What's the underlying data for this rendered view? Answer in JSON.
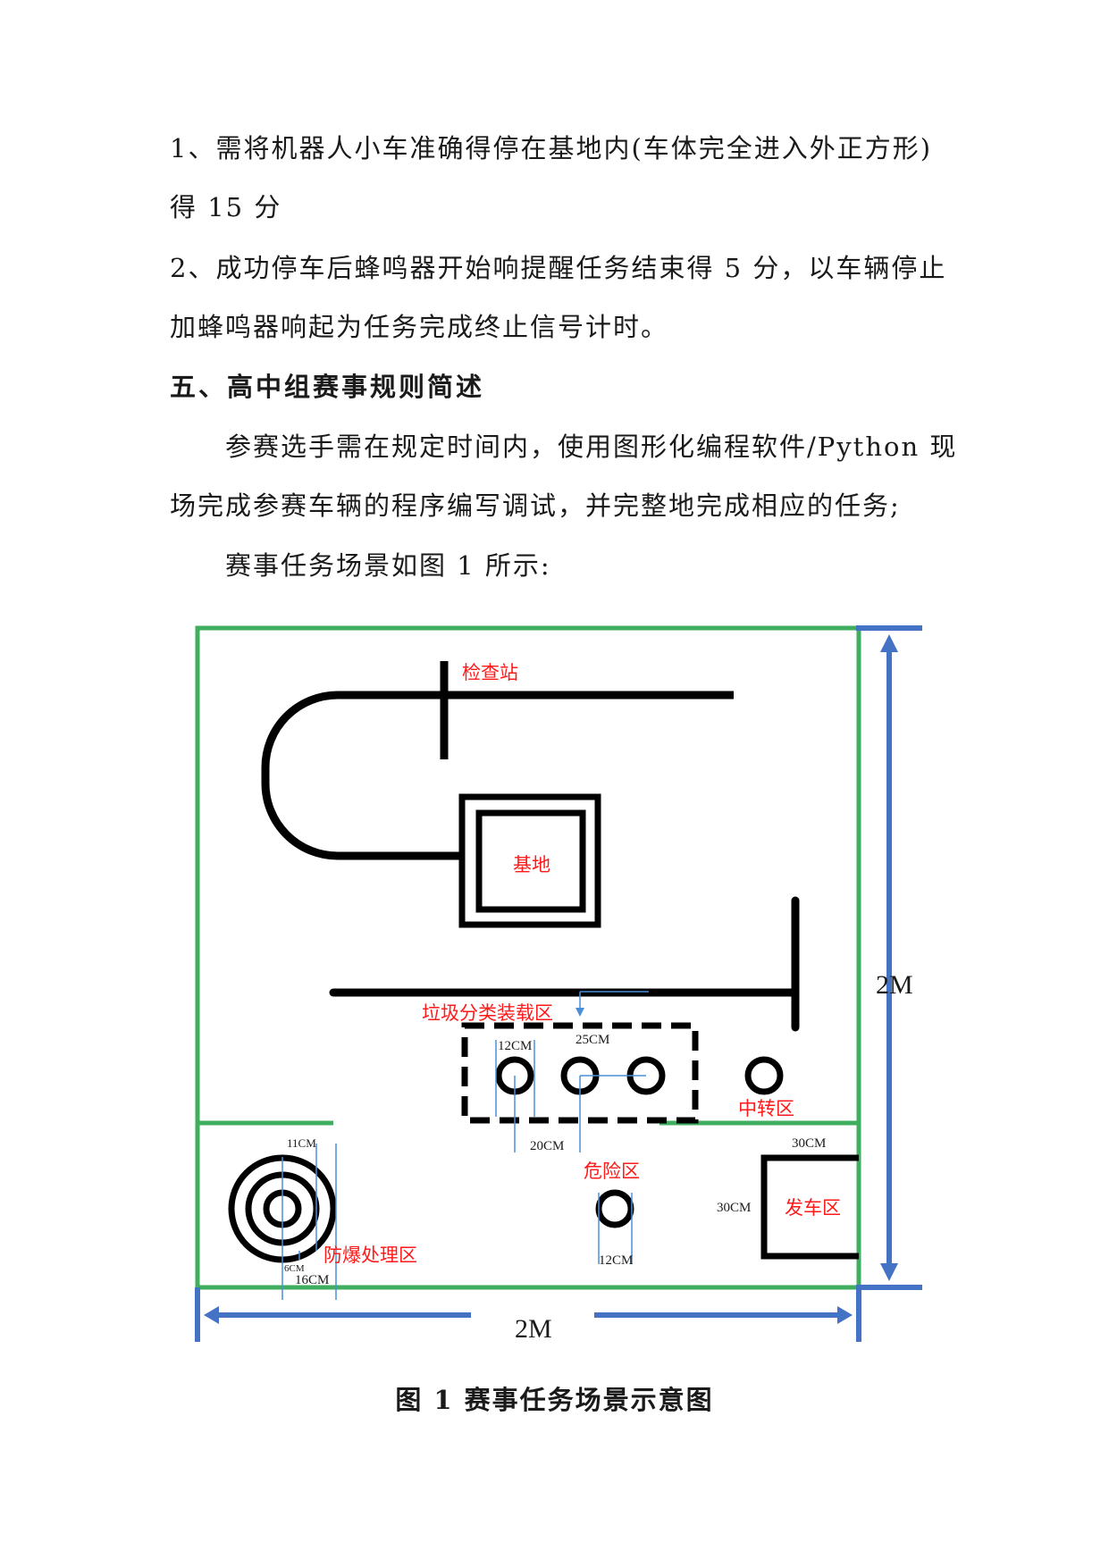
{
  "text": {
    "p1_line1": "1、需将机器人小车准确得停在基地内(车体完全进入外正方形)",
    "p1_line2": "得 15 分",
    "p2_line1": "2、成功停车后蜂鸣器开始响提醒任务结束得 5 分，以车辆停止",
    "p2_line2": "加蜂鸣器响起为任务完成终止信号计时。",
    "heading": "五、高中组赛事规则简述",
    "p3_line1": "参赛选手需在规定时间内，使用图形化编程软件/Python 现",
    "p3_line2": "场完成参赛车辆的程序编写调试，并完整地完成相应的任务;",
    "p4_line1": "赛事任务场景如图 1 所示:"
  },
  "figure": {
    "caption": "图 1  赛事任务场景示意图",
    "labels": {
      "checkpoint": "检查站",
      "base": "基地",
      "sorting_zone": "垃圾分类装载区",
      "transfer_zone": "中转区",
      "danger_zone": "危险区",
      "start_zone": "发车区",
      "explosion_zone": "防爆处理区"
    },
    "dimensions": {
      "side_vertical": "2M",
      "side_horizontal": "2M",
      "hole_12cm_a": "12CM",
      "spacing_25cm": "25CM",
      "zone_20cm": "20CM",
      "danger_12cm": "12CM",
      "start_30cm_w": "30CM",
      "start_30cm_h": "30CM",
      "ring_11cm": "11CM",
      "ring_6cm": "6CM",
      "ring_16cm": "16CM"
    },
    "colors": {
      "border": "#3fae5f",
      "track": "#000000",
      "dimension_arrow": "#4472c4",
      "label": "#ff1a1a",
      "guide_line": "#4a90d9"
    }
  }
}
